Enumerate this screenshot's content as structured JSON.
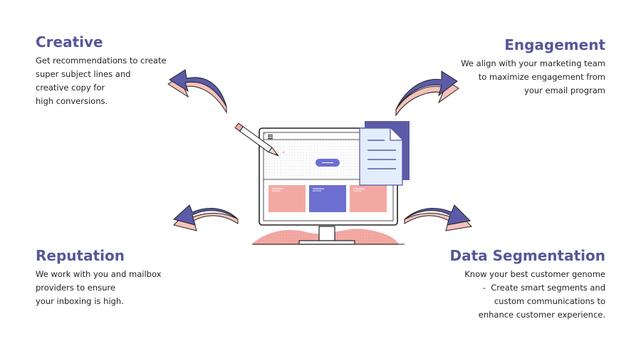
{
  "colors": {
    "heading": "#56579a",
    "arrow_fill": "#5b5ba8",
    "arrow_side": "#f6c2bb",
    "accent_pink": "#f3a9a3",
    "accent_blue": "#6d6fd0",
    "outline": "#222222"
  },
  "icons": [
    "arrow-icon",
    "pencil-icon",
    "document-icon",
    "monitor-icon"
  ],
  "creative": {
    "title": "Creative",
    "lines": [
      "Get recommendations to create",
      "super subject lines and",
      "creative copy for",
      "high conversions."
    ]
  },
  "engagement": {
    "title": "Engagement",
    "lines": [
      "We align with your marketing team",
      "to maximize engagement from",
      "your email program"
    ]
  },
  "reputation": {
    "title": "Reputation",
    "lines": [
      "We work with you and mailbox",
      "providers to ensure",
      "your inboxing is high."
    ]
  },
  "segmentation": {
    "title": "Data Segmentation",
    "lines": [
      "Know your best customer genome",
      " -  Create smart segments and",
      "custom communications to",
      "enhance customer experience."
    ]
  }
}
